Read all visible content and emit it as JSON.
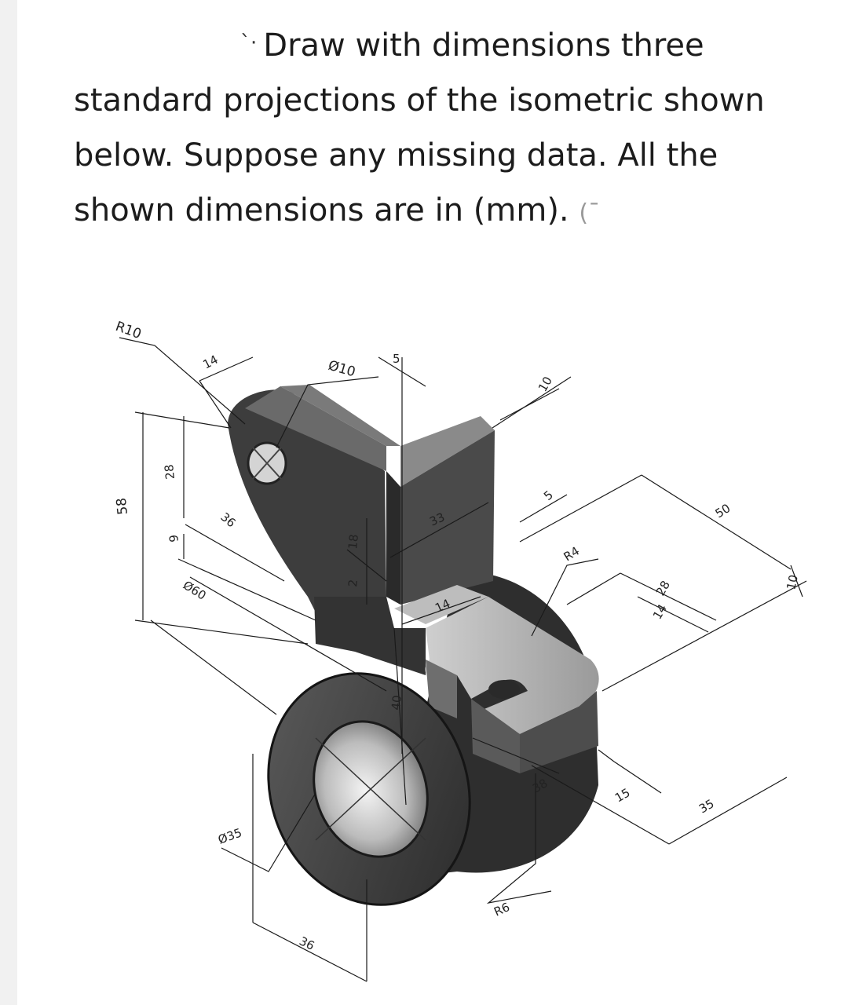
{
  "question": {
    "bullet": "`·",
    "line1": "Draw with dimensions three",
    "line2": "standard projections of the isometric shown",
    "line3": "below. Suppose any missing data. All the",
    "line4": "shown dimensions are in (mm).",
    "line4_trail": "(¯"
  },
  "dims": {
    "r10": "R10",
    "d14_top": "14",
    "d_hole": "Ø10",
    "d5": "5",
    "d10_top": "10",
    "d58": "58",
    "d28_left": "28",
    "d9": "9",
    "d36_left": "36",
    "d_outer": "Ø60",
    "d18": "18",
    "d2": "2",
    "d33": "33",
    "d14_mid": "14",
    "d5_right": "5",
    "r4": "R4",
    "d50": "50",
    "d28_right": "28",
    "d14_right": "14",
    "d10_right": "10",
    "d40": "40",
    "d38": "38",
    "d15": "15",
    "d35_right": "35",
    "d_bore": "Ø35",
    "d36_bottom": "36",
    "r6": "R6"
  },
  "colors": {
    "body_dark": "#3a3a3a",
    "body_mid": "#555555",
    "face_light": "#b8b8b8",
    "bore": "#d8d8d8",
    "dim_line": "#1a1a1a"
  }
}
